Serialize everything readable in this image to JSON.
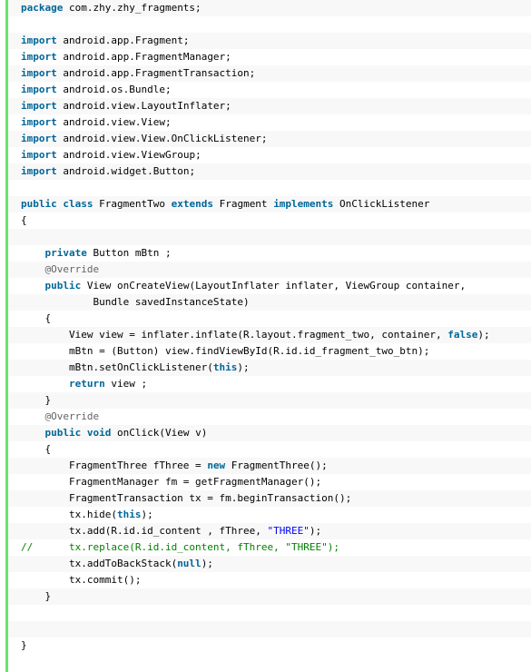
{
  "code": {
    "lines": [
      [
        {
          "t": "package",
          "c": "kw"
        },
        {
          "t": " com.zhy.zhy_fragments;"
        }
      ],
      [],
      [
        {
          "t": "import",
          "c": "kw"
        },
        {
          "t": " android.app.Fragment;"
        }
      ],
      [
        {
          "t": "import",
          "c": "kw"
        },
        {
          "t": " android.app.FragmentManager;"
        }
      ],
      [
        {
          "t": "import",
          "c": "kw"
        },
        {
          "t": " android.app.FragmentTransaction;"
        }
      ],
      [
        {
          "t": "import",
          "c": "kw"
        },
        {
          "t": " android.os.Bundle;"
        }
      ],
      [
        {
          "t": "import",
          "c": "kw"
        },
        {
          "t": " android.view.LayoutInflater;"
        }
      ],
      [
        {
          "t": "import",
          "c": "kw"
        },
        {
          "t": " android.view.View;"
        }
      ],
      [
        {
          "t": "import",
          "c": "kw"
        },
        {
          "t": " android.view.View.OnClickListener;"
        }
      ],
      [
        {
          "t": "import",
          "c": "kw"
        },
        {
          "t": " android.view.ViewGroup;"
        }
      ],
      [
        {
          "t": "import",
          "c": "kw"
        },
        {
          "t": " android.widget.Button;"
        }
      ],
      [],
      [
        {
          "t": "public",
          "c": "kw"
        },
        {
          "t": " "
        },
        {
          "t": "class",
          "c": "kw"
        },
        {
          "t": " FragmentTwo "
        },
        {
          "t": "extends",
          "c": "kw"
        },
        {
          "t": " Fragment "
        },
        {
          "t": "implements",
          "c": "kw"
        },
        {
          "t": " OnClickListener"
        }
      ],
      [
        {
          "t": "{"
        }
      ],
      [],
      [
        {
          "t": "    "
        },
        {
          "t": "private",
          "c": "kw"
        },
        {
          "t": " Button mBtn ;"
        }
      ],
      [
        {
          "t": "    "
        },
        {
          "t": "@Override",
          "c": "ann"
        }
      ],
      [
        {
          "t": "    "
        },
        {
          "t": "public",
          "c": "kw"
        },
        {
          "t": " View onCreateView(LayoutInflater inflater, ViewGroup container,"
        }
      ],
      [
        {
          "t": "            Bundle savedInstanceState)"
        }
      ],
      [
        {
          "t": "    {"
        }
      ],
      [
        {
          "t": "        View view = inflater.inflate(R.layout.fragment_two, container, "
        },
        {
          "t": "false",
          "c": "kw"
        },
        {
          "t": ");"
        }
      ],
      [
        {
          "t": "        mBtn = (Button) view.findViewById(R.id.id_fragment_two_btn);"
        }
      ],
      [
        {
          "t": "        mBtn.setOnClickListener("
        },
        {
          "t": "this",
          "c": "kw"
        },
        {
          "t": ");"
        }
      ],
      [
        {
          "t": "        "
        },
        {
          "t": "return",
          "c": "kw"
        },
        {
          "t": " view ;"
        }
      ],
      [
        {
          "t": "    }"
        }
      ],
      [
        {
          "t": "    "
        },
        {
          "t": "@Override",
          "c": "ann"
        }
      ],
      [
        {
          "t": "    "
        },
        {
          "t": "public",
          "c": "kw"
        },
        {
          "t": " "
        },
        {
          "t": "void",
          "c": "kw"
        },
        {
          "t": " onClick(View v)"
        }
      ],
      [
        {
          "t": "    {"
        }
      ],
      [
        {
          "t": "        FragmentThree fThree = "
        },
        {
          "t": "new",
          "c": "kw"
        },
        {
          "t": " FragmentThree();"
        }
      ],
      [
        {
          "t": "        FragmentManager fm = getFragmentManager();"
        }
      ],
      [
        {
          "t": "        FragmentTransaction tx = fm.beginTransaction();"
        }
      ],
      [
        {
          "t": "        tx.hide("
        },
        {
          "t": "this",
          "c": "kw"
        },
        {
          "t": ");"
        }
      ],
      [
        {
          "t": "        tx.add(R.id.id_content , fThree, "
        },
        {
          "t": "\"THREE\"",
          "c": "str"
        },
        {
          "t": ");"
        }
      ],
      [
        {
          "t": "//      tx.replace(R.id.id_content, fThree, \"THREE\");",
          "c": "cmt"
        }
      ],
      [
        {
          "t": "        tx.addToBackStack("
        },
        {
          "t": "null",
          "c": "kw"
        },
        {
          "t": ");"
        }
      ],
      [
        {
          "t": "        tx.commit();"
        }
      ],
      [
        {
          "t": "    }"
        }
      ],
      [],
      [],
      [
        {
          "t": "}"
        }
      ]
    ]
  },
  "colors": {
    "gutter_border": "#6ce26c",
    "keyword": "#006699",
    "string": "#0000ff",
    "annotation": "#646464",
    "comment": "#008200",
    "alt_row": "#f8f8f8"
  }
}
